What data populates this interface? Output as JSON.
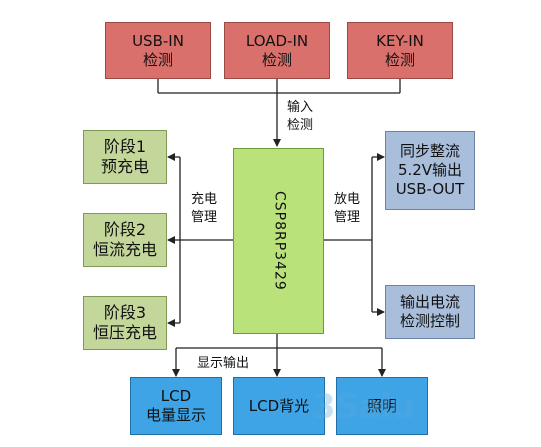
{
  "inputs": [
    {
      "line1": "USB-IN",
      "line2": "检测"
    },
    {
      "line1": "LOAD-IN",
      "line2": "检测"
    },
    {
      "line1": "KEY-IN",
      "line2": "检测"
    }
  ],
  "input_label": {
    "line1": "输入",
    "line2": "检测"
  },
  "chip": {
    "label": "CSP8RP3429"
  },
  "charge_label": {
    "line1": "充电",
    "line2": "管理"
  },
  "discharge_label": {
    "line1": "放电",
    "line2": "管理"
  },
  "stages": [
    {
      "line1": "阶段1",
      "line2": "预充电"
    },
    {
      "line1": "阶段2",
      "line2": "恒流充电"
    },
    {
      "line1": "阶段3",
      "line2": "恒压充电"
    }
  ],
  "outputs": [
    {
      "line1": "同步整流",
      "line2": "5.2V输出",
      "line3": "USB-OUT"
    },
    {
      "line1": "输出电流",
      "line2": "检测控制"
    }
  ],
  "display_label": "显示输出",
  "displays": [
    {
      "line1": "LCD",
      "line2": "电量显示"
    },
    {
      "line1": "LCD背光"
    },
    {
      "line1": "照明"
    }
  ],
  "watermark": "3Salu",
  "colors": {
    "input_fill": "#d9706c",
    "stage_fill": "#c4d79b",
    "output_fill": "#a9bedb",
    "chip_fill": "#b9e37a",
    "display_fill": "#3ea4e6"
  }
}
